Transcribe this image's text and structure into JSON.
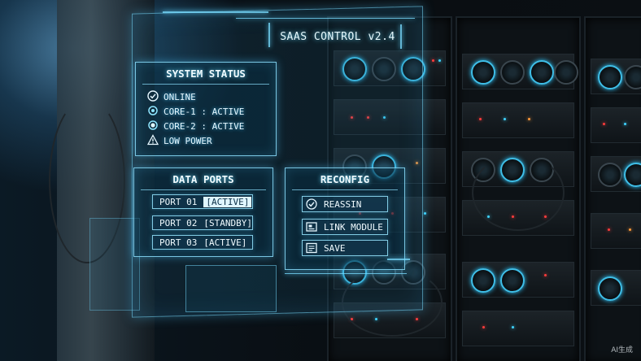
{
  "window": {
    "title": "SAAS CONTROL v2.4"
  },
  "system_status": {
    "title": "SYSTEM STATUS",
    "items": [
      {
        "icon": "check-circle-icon",
        "label": "ONLINE"
      },
      {
        "icon": "radio-dot-icon",
        "label": "CORE-1 :  ACTIVE"
      },
      {
        "icon": "radio-dot-icon",
        "label": "CORE-2 :  ACTIVE"
      },
      {
        "icon": "warning-triangle-icon",
        "label": "LOW POWER"
      }
    ]
  },
  "data_ports": {
    "title": "DATA PORTS",
    "ports": [
      {
        "name": "PORT 01",
        "state": "[ACTIVE]",
        "selected": true
      },
      {
        "name": "PORT 02",
        "state": "[STANDBY]",
        "selected": false
      },
      {
        "name": "PORT 03",
        "state": "[ACTIVE]",
        "selected": false
      }
    ]
  },
  "reconfig": {
    "title": "RECONFIG",
    "buttons": [
      {
        "icon": "check-circle-icon",
        "label": "REASSIN"
      },
      {
        "icon": "module-icon",
        "label": "LINK MODULE"
      },
      {
        "icon": "save-icon",
        "label": "SAVE"
      }
    ]
  },
  "colors": {
    "accent": "#66d9ff",
    "panel_border": "#8ce1ff",
    "alert_led": "#ff3b3b"
  },
  "watermark": "AI生成"
}
